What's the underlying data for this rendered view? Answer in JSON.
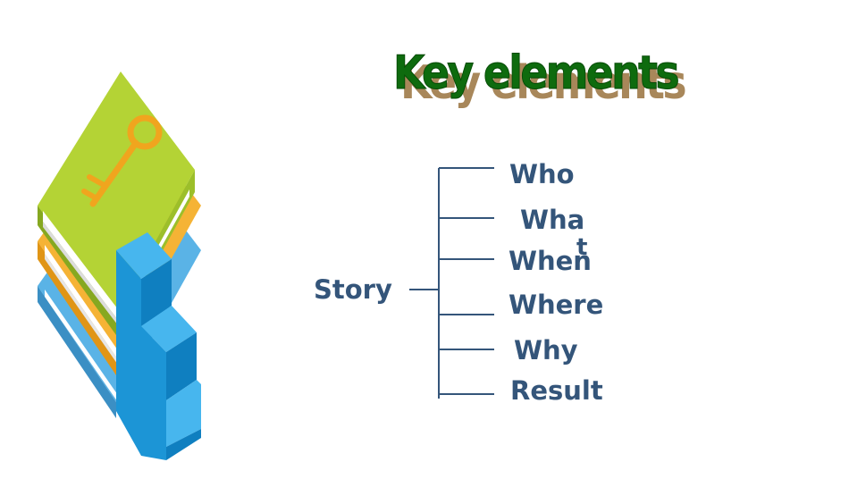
{
  "title": "Key elements",
  "diagram": {
    "root": "Story",
    "branches": [
      {
        "label": "Who"
      },
      {
        "label": "Wha"
      },
      {
        "label": "t"
      },
      {
        "label": "When"
      },
      {
        "label": "Where"
      },
      {
        "label": "Why"
      },
      {
        "label": "Result"
      }
    ]
  },
  "colors": {
    "title_green": "#0e6b0e",
    "title_shadow": "#a8875a",
    "label_blue": "#34557a"
  },
  "illustration": {
    "icon": "books-with-key-and-stairs"
  }
}
